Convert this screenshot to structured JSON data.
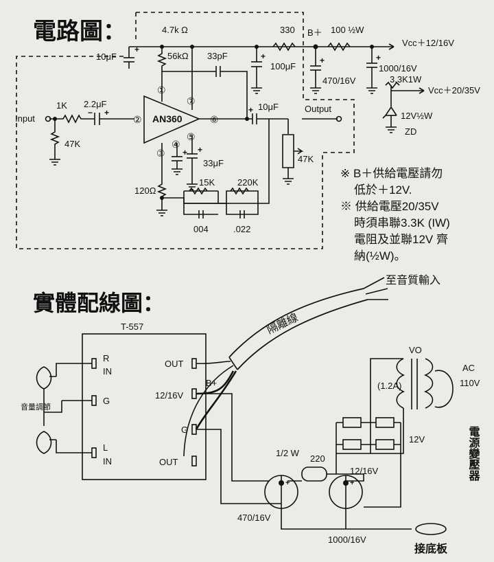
{
  "headings": {
    "circuit": "電路圖：",
    "wiring": "實體配線圖："
  },
  "schematic": {
    "r_4k7": "4.7k Ω",
    "r_330": "330",
    "bplus": "B＋",
    "r_100": "100 ½W",
    "vcc1": "Vcc＋12/16V",
    "c_10uf_left": "10μF",
    "r_56k": "56kΩ",
    "c_33pf": "33pF",
    "c_100uf": "100μF",
    "c_1000_16": "1000/16V",
    "c_470_16": "470/16V",
    "r_3k3": "3.3K1W",
    "vcc2": "Vcc＋20/35V",
    "input": "Input",
    "r_1k": "1K",
    "c_2u2": "2.2μF",
    "ic": "AN360",
    "c_10uf_out": "10μF",
    "output": "Output",
    "r_47k_in": "47K",
    "pot_47k": "47K",
    "zd_rating": "12V½W",
    "zd": "ZD",
    "c_33uf": "33μF",
    "r_15k": "15K",
    "r_220k": "220K",
    "r_120": "120Ω",
    "c_004": "004",
    "c_022": ".022",
    "pins": [
      "①",
      "②",
      "③",
      "④",
      "⑤",
      "⑥",
      "⑦"
    ],
    "plus": "+",
    "minus": "−"
  },
  "notes": [
    "※ B＋供給電壓請勿",
    "低於＋12V.",
    "※ 供給電壓20/35V",
    "時須串聯3.3K (IW)",
    "電阻及並聯12V 齊",
    "納(½W)。"
  ],
  "wiring": {
    "board": "T-557",
    "to_tone": "至音質輸入",
    "shielded": "隔離線",
    "out1": "OUT",
    "r_label": "R",
    "in_label": "IN",
    "g_label": "G",
    "l_label": "L",
    "out2": "OUT",
    "v1216": "12/16V",
    "bplus": "B+",
    "g_term": "G",
    "vo": "VO",
    "current": "(1.2A)",
    "ac": "AC",
    "v110": "110V",
    "v12": "12V",
    "transformer": "電源變壓器",
    "half_w": "1/2 W",
    "r220": "220",
    "v1216b": "12/16V",
    "c470": "470/16V",
    "c1000": "1000/16V",
    "ground_board": "接底板",
    "side_label": "音量調節"
  }
}
